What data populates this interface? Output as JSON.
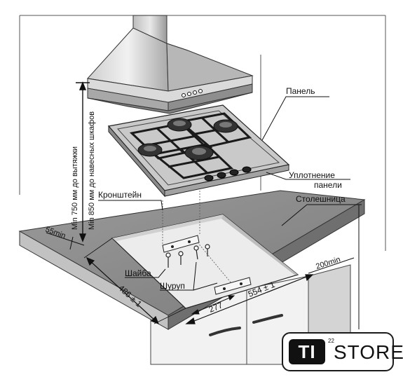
{
  "labels": {
    "panel": "Панель",
    "seal_line1": "Уплотнение",
    "seal_line2": "панели",
    "countertop": "Столешница",
    "bracket": "Кронштейн",
    "washer": "Шайба",
    "screw": "Шуруп",
    "hood_min1": "Min 750 мм до вытяжки",
    "hood_min2": "Min 850 мм до навесных шкафов"
  },
  "dimensions": {
    "edge_min": "55min",
    "depth": "486 ± 1",
    "width": "554 ± 1",
    "bracket_offset": "277",
    "side_min": "200min"
  },
  "logo": {
    "mark": "TI",
    "superscript": "22",
    "word": "STORE"
  },
  "colors": {
    "countertop": "#8e8e8e",
    "cutout": "#ececec",
    "hob_panel": "#c9c9c9",
    "ink": "#111111"
  }
}
